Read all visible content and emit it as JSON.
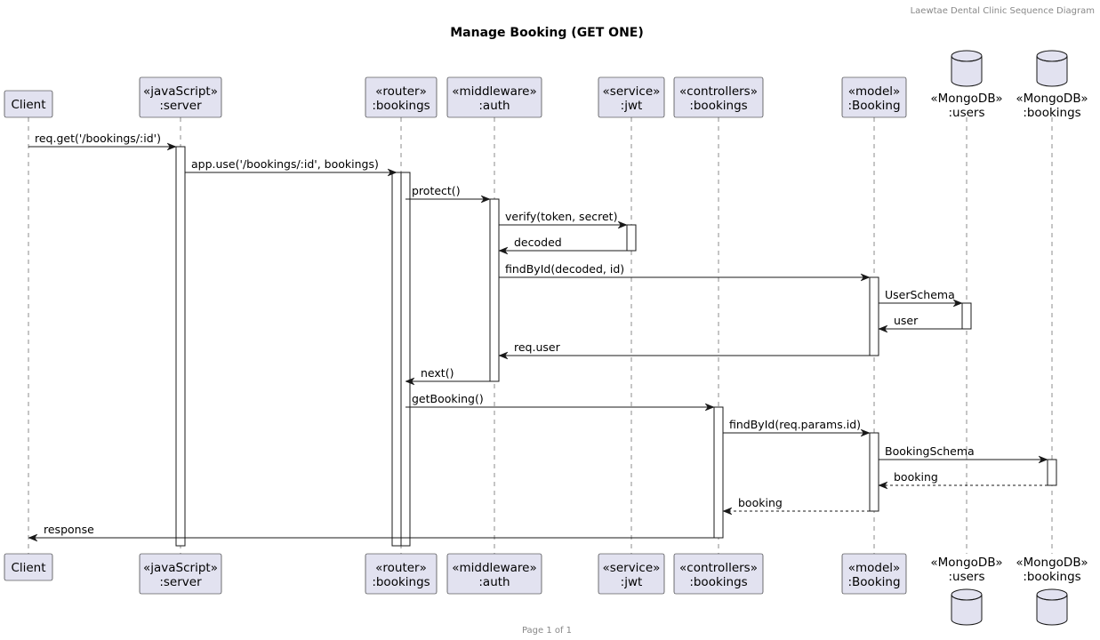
{
  "header": "Laewtae Dental Clinic Sequence Diagram",
  "title": "Manage Booking (GET ONE)",
  "footer": "Page 1 of 1",
  "participants": [
    {
      "id": "client",
      "kind": "box",
      "lines": [
        "Client"
      ]
    },
    {
      "id": "server",
      "kind": "box",
      "lines": [
        "«javaScript»",
        ":server"
      ]
    },
    {
      "id": "router-bookings",
      "kind": "box",
      "lines": [
        "«router»",
        ":bookings"
      ]
    },
    {
      "id": "auth",
      "kind": "box",
      "lines": [
        "«middleware»",
        ":auth"
      ]
    },
    {
      "id": "jwt",
      "kind": "box",
      "lines": [
        "«service»",
        ":jwt"
      ]
    },
    {
      "id": "controller-bookings",
      "kind": "box",
      "lines": [
        "«controllers»",
        ":bookings"
      ]
    },
    {
      "id": "booking-model",
      "kind": "box",
      "lines": [
        "«model»",
        ":Booking"
      ]
    },
    {
      "id": "db-users",
      "kind": "database",
      "lines": [
        "«MongoDB»",
        ":users"
      ]
    },
    {
      "id": "db-bookings",
      "kind": "database",
      "lines": [
        "«MongoDB»",
        ":bookings"
      ]
    }
  ],
  "messages": [
    {
      "id": "msg-1",
      "from": "client",
      "to": "server",
      "label": "req.get('/bookings/:id')",
      "style": "solid"
    },
    {
      "id": "msg-2",
      "from": "server",
      "to": "router-bookings",
      "label": "app.use('/bookings/:id', bookings)",
      "style": "solid"
    },
    {
      "id": "msg-3",
      "from": "router-bookings",
      "to": "auth",
      "label": "protect()",
      "style": "solid"
    },
    {
      "id": "msg-4",
      "from": "auth",
      "to": "jwt",
      "label": "verify(token, secret)",
      "style": "solid"
    },
    {
      "id": "msg-5",
      "from": "jwt",
      "to": "auth",
      "label": "decoded",
      "style": "solid"
    },
    {
      "id": "msg-6",
      "from": "auth",
      "to": "booking-model",
      "label": "findById(decoded, id)",
      "style": "solid"
    },
    {
      "id": "msg-7",
      "from": "booking-model",
      "to": "db-users",
      "label": "UserSchema",
      "style": "solid"
    },
    {
      "id": "msg-8",
      "from": "db-users",
      "to": "booking-model",
      "label": "user",
      "style": "solid"
    },
    {
      "id": "msg-9",
      "from": "booking-model",
      "to": "auth",
      "label": "req.user",
      "style": "solid"
    },
    {
      "id": "msg-10",
      "from": "auth",
      "to": "router-bookings",
      "label": "next()",
      "style": "solid"
    },
    {
      "id": "msg-11",
      "from": "router-bookings",
      "to": "controller-bookings",
      "label": "getBooking()",
      "style": "solid"
    },
    {
      "id": "msg-12",
      "from": "controller-bookings",
      "to": "booking-model",
      "label": "findById(req.params.id)",
      "style": "solid"
    },
    {
      "id": "msg-13",
      "from": "booking-model",
      "to": "db-bookings",
      "label": "BookingSchema",
      "style": "solid"
    },
    {
      "id": "msg-14",
      "from": "db-bookings",
      "to": "booking-model",
      "label": "booking",
      "style": "dashed"
    },
    {
      "id": "msg-15",
      "from": "booking-model",
      "to": "controller-bookings",
      "label": "booking",
      "style": "dashed"
    },
    {
      "id": "msg-16",
      "from": "controller-bookings",
      "to": "client",
      "label": "response",
      "style": "solid"
    }
  ]
}
